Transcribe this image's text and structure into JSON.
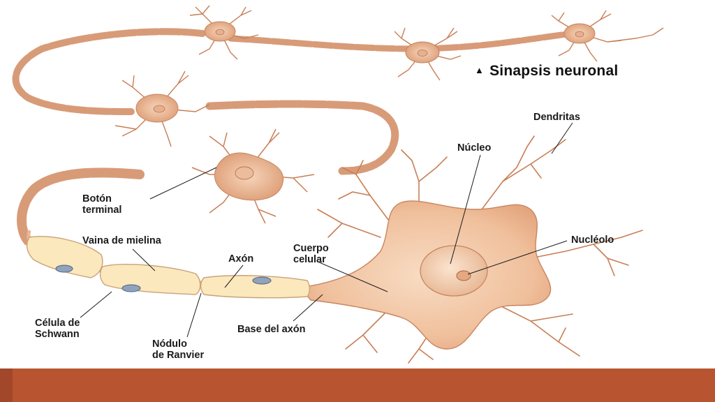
{
  "title": {
    "marker": "▲",
    "text": "Sinapsis neuronal"
  },
  "labels": {
    "dendritas": "Dendritas",
    "nucleo": "Núcleo",
    "nucleolo": "Nucléolo",
    "boton_terminal": "Botón\nterminal",
    "vaina_mielina": "Vaina de mielina",
    "axon": "Axón",
    "cuerpo_celular": "Cuerpo\ncelular",
    "celula_schwann": "Célula de\nSchwann",
    "nodulo_ranvier": "Nódulo\nde Ranvier",
    "base_axon": "Base del axón"
  },
  "colors": {
    "footer_bar": "#b85530",
    "footer_edge": "#a2472a",
    "myelin": "#f4c9a8",
    "schwann": "#fbe8bc",
    "soma": "#f3c9a8",
    "dendrite": "#c87e56"
  }
}
